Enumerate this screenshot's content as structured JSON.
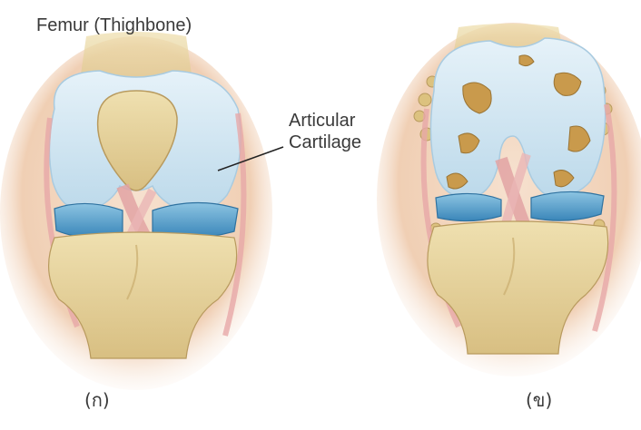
{
  "labels": {
    "femur": "Femur (Thighbone)",
    "cartilage_line1": "Articular",
    "cartilage_line2": "Cartilage"
  },
  "captions": {
    "healthy": "(ก)",
    "arthritic": "(ข)"
  },
  "colors": {
    "skin": "#f2d3bb",
    "bone": "#e6d39a",
    "bone_shadow": "#c9ad6e",
    "cartilage": "#d8eaf4",
    "meniscus": "#4e9ac8",
    "ligament": "#e6a0a0",
    "damage": "#c79a4a"
  }
}
